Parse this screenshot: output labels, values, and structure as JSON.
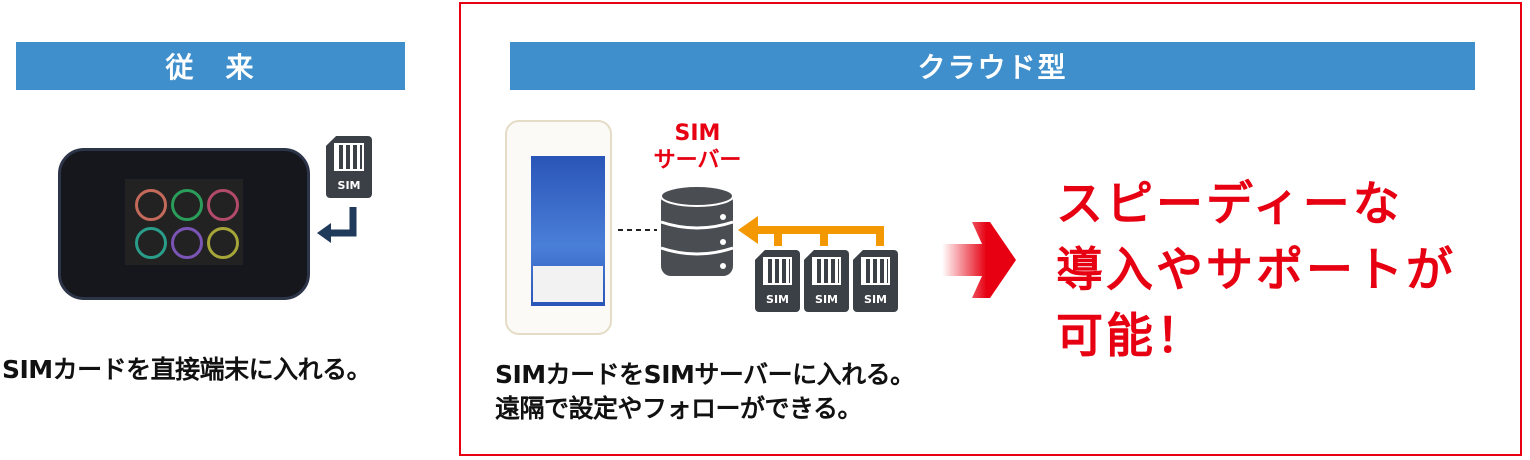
{
  "left": {
    "header": "従　来",
    "sim_label": "SIM",
    "caption": "SIMカードを直接端末に入れる。"
  },
  "right": {
    "header": "クラウド型",
    "server_label": [
      "SIM",
      "サーバー"
    ],
    "sim_labels": [
      "SIM",
      "SIM",
      "SIM"
    ],
    "caption": [
      "SIMカードをSIMサーバーに入れる。",
      "遠隔で設定やフォローができる。"
    ],
    "benefit": [
      "スピーディーな",
      "導入やサポートが",
      "可能！"
    ]
  },
  "colors": {
    "header_blue": "#3f8fcd",
    "accent_red": "#e60012",
    "arrow_orange": "#f39800",
    "sim_dark": "#3b4047"
  }
}
